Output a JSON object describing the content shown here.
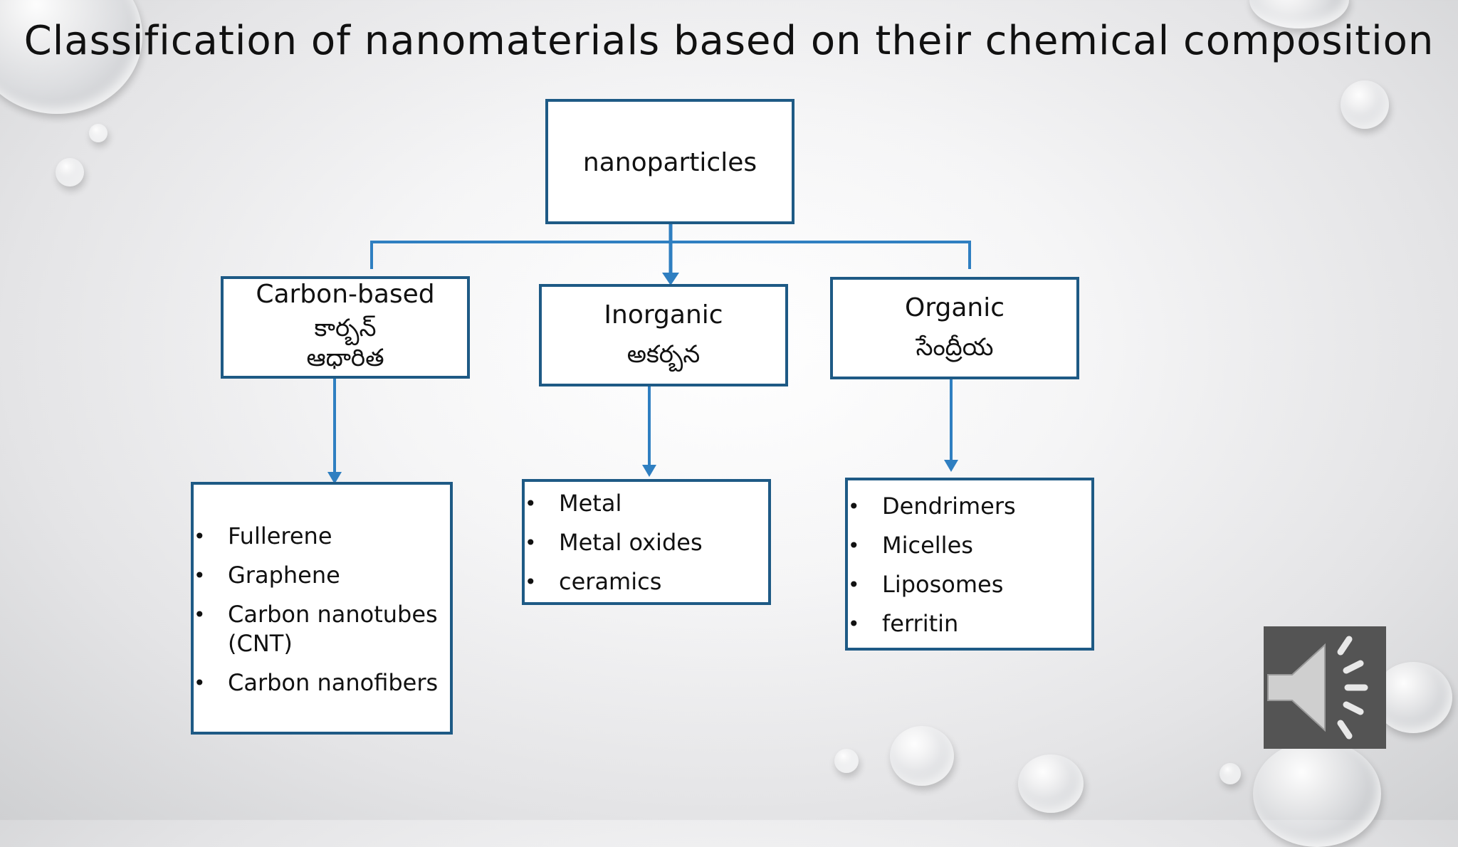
{
  "title": "Classification of nanomaterials based on their chemical composition",
  "root": {
    "label": "nanoparticles"
  },
  "categories": [
    {
      "label": "Carbon-based",
      "sub_label_line1": "కార్బన్",
      "sub_label_line2": "ఆధారిత",
      "items": [
        "Fullerene",
        "Graphene",
        "Carbon nanotubes (CNT)",
        "Carbon nanofibers"
      ]
    },
    {
      "label": "Inorganic",
      "sub_label_line1": "అకర్బన",
      "items": [
        "Metal",
        "Metal oxides",
        "ceramics"
      ]
    },
    {
      "label": "Organic",
      "sub_label_line1": "సేంద్రీయ",
      "items": [
        "Dendrimers",
        "Micelles",
        "Liposomes",
        "ferritin"
      ]
    }
  ],
  "bullet_symbol": "•",
  "colors": {
    "box_border": "#1e5a85",
    "arrow": "#2f7fc1",
    "speaker_bg": "#545454"
  },
  "icons": {
    "audio": "speaker-icon"
  }
}
